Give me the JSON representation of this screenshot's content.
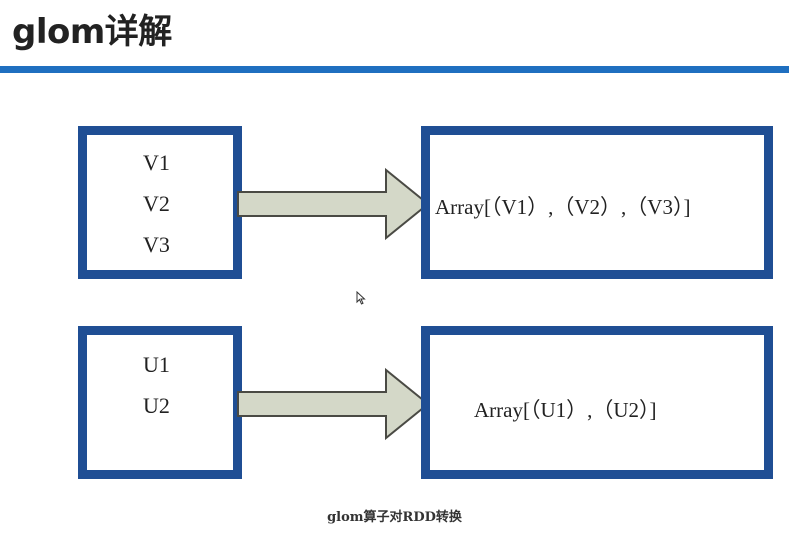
{
  "title": "glom详解",
  "colors": {
    "accent_rule": "#1f6fc0",
    "box_border": "#1f4e94",
    "arrow_fill": "#d4d8c8",
    "arrow_stroke": "#4a4a44"
  },
  "diagram": {
    "top": {
      "inputs": [
        "V1",
        "V2",
        "V3"
      ],
      "output": "Array[（V1）,（V2）,（V3）]"
    },
    "bottom": {
      "inputs": [
        "U1",
        "U2"
      ],
      "output": "Array[（U1）,（U2）]"
    },
    "caption": "glom算子对RDD转换"
  }
}
